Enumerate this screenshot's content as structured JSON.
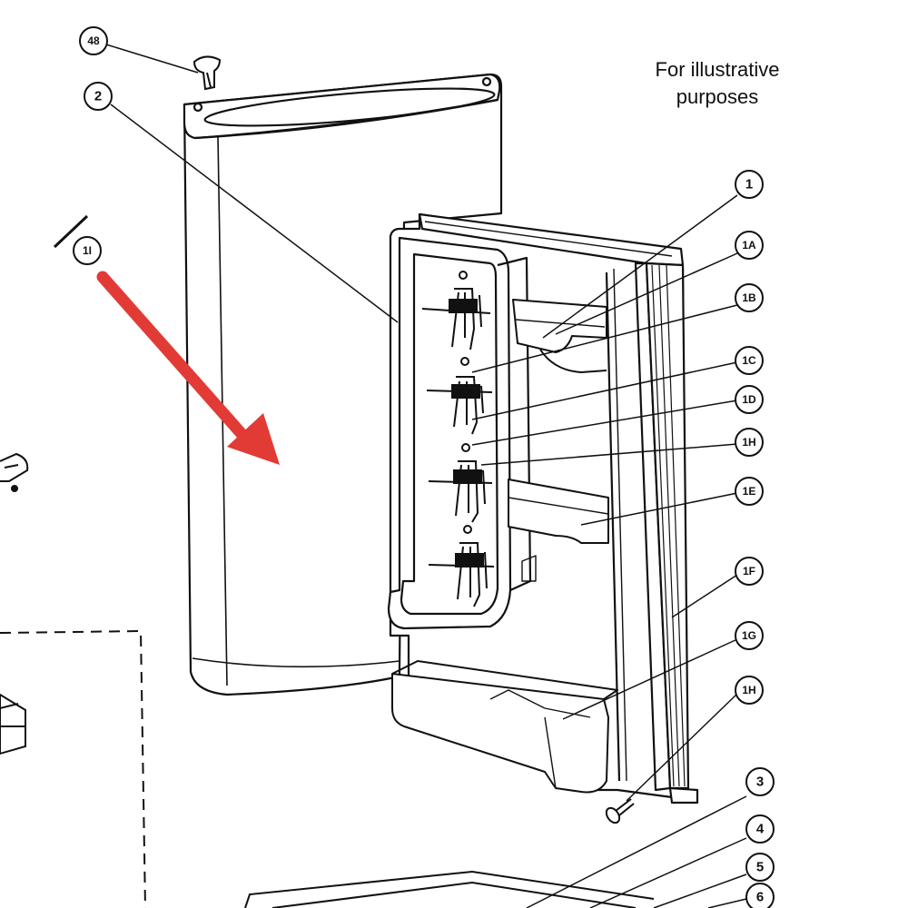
{
  "caption": {
    "line1": "For illustrative",
    "line2": "purposes"
  },
  "callouts": {
    "c48": "48",
    "c2": "2",
    "c1I": "1I",
    "c1": "1",
    "c1A": "1A",
    "c1B": "1B",
    "c1C": "1C",
    "c1D": "1D",
    "c1H_top": "1H",
    "c1E": "1E",
    "c1F": "1F",
    "c1G": "1G",
    "c1H_bottom": "1H",
    "c3": "3",
    "c4": "4",
    "c5": "5",
    "c6": "6"
  },
  "colors": {
    "line": "#111111",
    "arrow": "#e23b36",
    "background": "#ffffff"
  }
}
